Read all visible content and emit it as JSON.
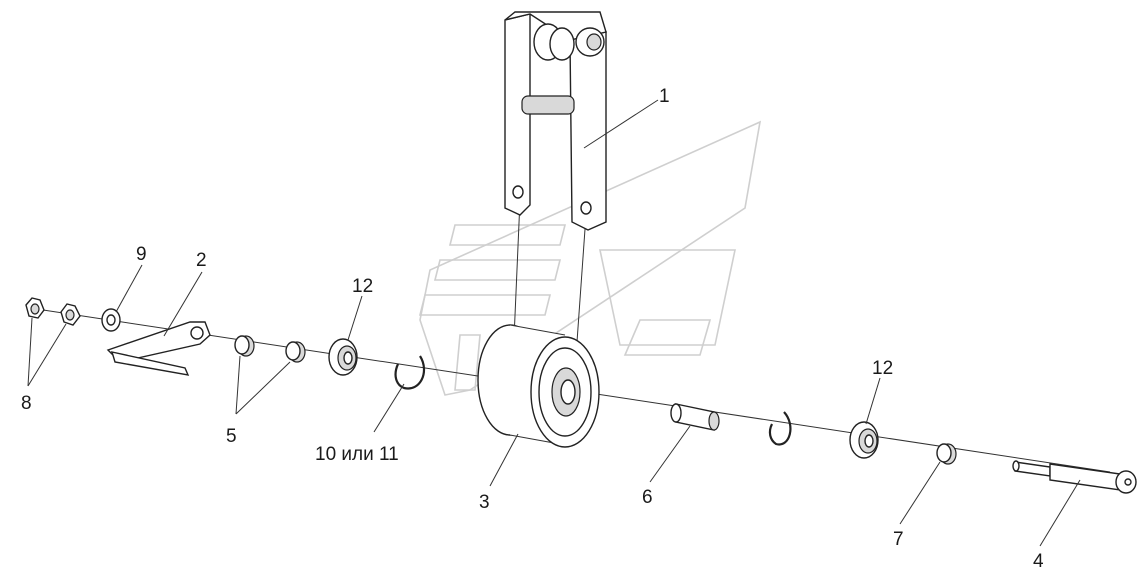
{
  "diagram": {
    "callouts": [
      {
        "id": "1",
        "text": "1"
      },
      {
        "id": "2",
        "text": "2"
      },
      {
        "id": "3",
        "text": "3"
      },
      {
        "id": "4",
        "text": "4"
      },
      {
        "id": "5",
        "text": "5"
      },
      {
        "id": "6",
        "text": "6"
      },
      {
        "id": "7",
        "text": "7"
      },
      {
        "id": "8",
        "text": "8"
      },
      {
        "id": "9",
        "text": "9"
      },
      {
        "id": "10",
        "text": "10 или 11"
      },
      {
        "id": "12a",
        "text": "12"
      },
      {
        "id": "12b",
        "text": "12"
      }
    ]
  }
}
